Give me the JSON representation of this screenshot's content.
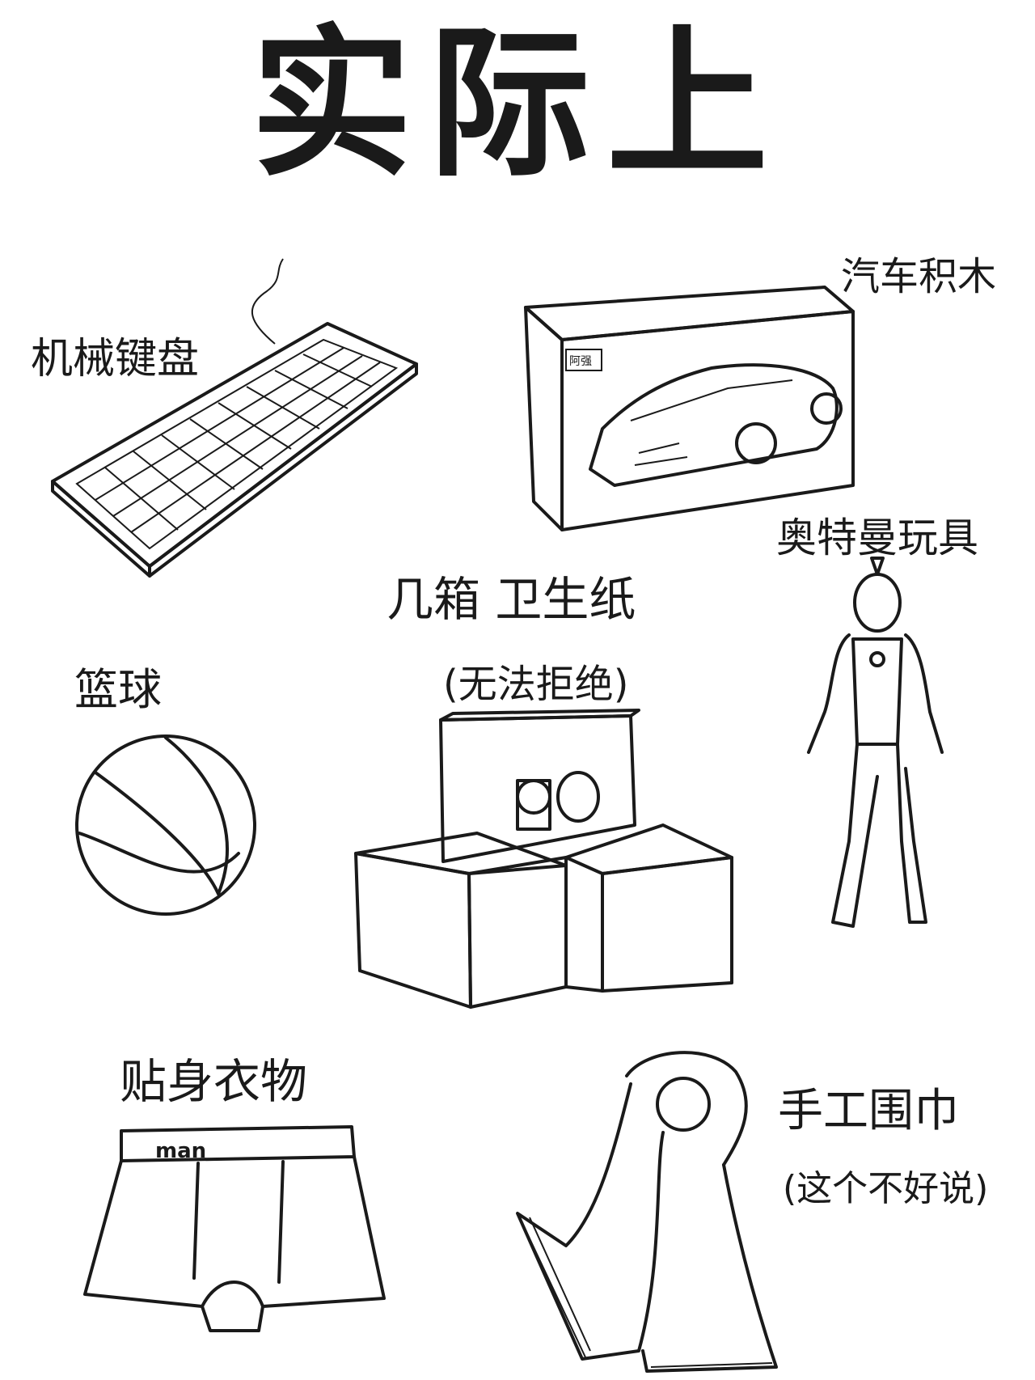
{
  "title": "实际上",
  "items": {
    "keyboard": {
      "label": "机械键盘"
    },
    "car_blocks": {
      "label": "汽车积木",
      "box_logo": "阿强"
    },
    "ultraman": {
      "label": "奥特曼玩具"
    },
    "tissue": {
      "label": "几箱 卫生纸",
      "note": "(无法拒绝)"
    },
    "basketball": {
      "label": "篮球"
    },
    "underwear": {
      "label": "贴身衣物",
      "brand": "man"
    },
    "scarf": {
      "label": "手工围巾",
      "note": "(这个不好说)"
    }
  },
  "colors": {
    "ink": "#1a1a1a",
    "paper": "#ffffff"
  }
}
